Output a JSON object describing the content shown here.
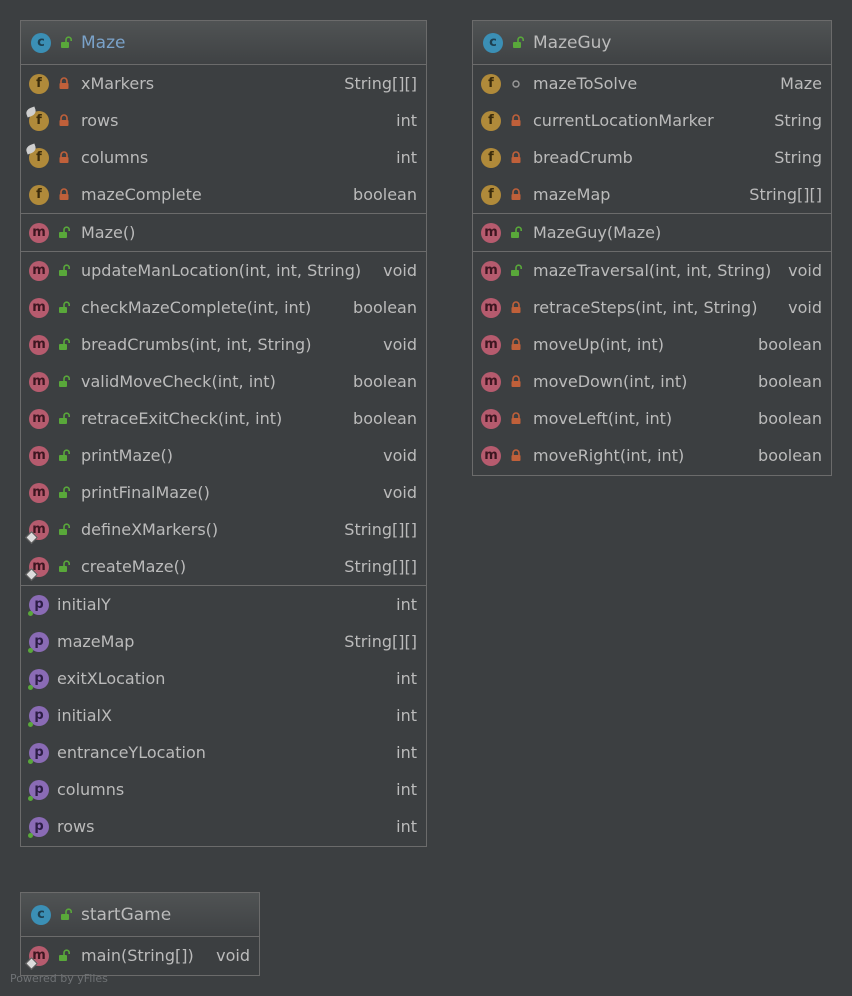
{
  "diagram": {
    "footer": "Powered by yFiles",
    "classes": [
      {
        "id": "maze",
        "name": "Maze",
        "selected": true,
        "sections": [
          {
            "kind": "fields",
            "rows": [
              {
                "badge": "f",
                "overlay": "none",
                "visibility": "private",
                "name": "xMarkers",
                "type": "String[][]"
              },
              {
                "badge": "f",
                "overlay": "leaf",
                "visibility": "private",
                "name": "rows",
                "type": "int"
              },
              {
                "badge": "f",
                "overlay": "leaf",
                "visibility": "private",
                "name": "columns",
                "type": "int"
              },
              {
                "badge": "f",
                "overlay": "none",
                "visibility": "private",
                "name": "mazeComplete",
                "type": "boolean"
              }
            ]
          },
          {
            "kind": "constructors",
            "rows": [
              {
                "badge": "m",
                "overlay": "none",
                "visibility": "public",
                "name": "Maze()",
                "type": ""
              }
            ]
          },
          {
            "kind": "methods",
            "rows": [
              {
                "badge": "m",
                "overlay": "none",
                "visibility": "public",
                "name": "updateManLocation(int, int, String)",
                "type": "void"
              },
              {
                "badge": "m",
                "overlay": "none",
                "visibility": "public",
                "name": "checkMazeComplete(int, int)",
                "type": "boolean"
              },
              {
                "badge": "m",
                "overlay": "none",
                "visibility": "public",
                "name": "breadCrumbs(int, int, String)",
                "type": "void"
              },
              {
                "badge": "m",
                "overlay": "none",
                "visibility": "public",
                "name": "validMoveCheck(int, int)",
                "type": "boolean"
              },
              {
                "badge": "m",
                "overlay": "none",
                "visibility": "public",
                "name": "retraceExitCheck(int, int)",
                "type": "boolean"
              },
              {
                "badge": "m",
                "overlay": "none",
                "visibility": "public",
                "name": "printMaze()",
                "type": "void"
              },
              {
                "badge": "m",
                "overlay": "none",
                "visibility": "public",
                "name": "printFinalMaze()",
                "type": "void"
              },
              {
                "badge": "m",
                "overlay": "diamond",
                "visibility": "public",
                "name": "defineXMarkers()",
                "type": "String[][]"
              },
              {
                "badge": "m",
                "overlay": "diamond",
                "visibility": "public",
                "name": "createMaze()",
                "type": "String[][]"
              }
            ]
          },
          {
            "kind": "properties",
            "rows": [
              {
                "badge": "p",
                "overlay": "dot",
                "visibility": "none",
                "name": "initialY",
                "type": "int"
              },
              {
                "badge": "p",
                "overlay": "dot",
                "visibility": "none",
                "name": "mazeMap",
                "type": "String[][]"
              },
              {
                "badge": "p",
                "overlay": "dot",
                "visibility": "none",
                "name": "exitXLocation",
                "type": "int"
              },
              {
                "badge": "p",
                "overlay": "dot",
                "visibility": "none",
                "name": "initialX",
                "type": "int"
              },
              {
                "badge": "p",
                "overlay": "dot",
                "visibility": "none",
                "name": "entranceYLocation",
                "type": "int"
              },
              {
                "badge": "p",
                "overlay": "dot",
                "visibility": "none",
                "name": "columns",
                "type": "int"
              },
              {
                "badge": "p",
                "overlay": "dot",
                "visibility": "none",
                "name": "rows",
                "type": "int"
              }
            ]
          }
        ]
      },
      {
        "id": "mazeguy",
        "name": "MazeGuy",
        "selected": false,
        "sections": [
          {
            "kind": "fields",
            "rows": [
              {
                "badge": "f",
                "overlay": "none",
                "visibility": "package",
                "name": "mazeToSolve",
                "type": "Maze"
              },
              {
                "badge": "f",
                "overlay": "none",
                "visibility": "private",
                "name": "currentLocationMarker",
                "type": "String"
              },
              {
                "badge": "f",
                "overlay": "none",
                "visibility": "private",
                "name": "breadCrumb",
                "type": "String"
              },
              {
                "badge": "f",
                "overlay": "none",
                "visibility": "private",
                "name": "mazeMap",
                "type": "String[][]"
              }
            ]
          },
          {
            "kind": "constructors",
            "rows": [
              {
                "badge": "m",
                "overlay": "none",
                "visibility": "public",
                "name": "MazeGuy(Maze)",
                "type": ""
              }
            ]
          },
          {
            "kind": "methods",
            "rows": [
              {
                "badge": "m",
                "overlay": "none",
                "visibility": "public",
                "name": "mazeTraversal(int, int, String)",
                "type": "void"
              },
              {
                "badge": "m",
                "overlay": "none",
                "visibility": "private",
                "name": "retraceSteps(int, int, String)",
                "type": "void"
              },
              {
                "badge": "m",
                "overlay": "none",
                "visibility": "private",
                "name": "moveUp(int, int)",
                "type": "boolean"
              },
              {
                "badge": "m",
                "overlay": "none",
                "visibility": "private",
                "name": "moveDown(int, int)",
                "type": "boolean"
              },
              {
                "badge": "m",
                "overlay": "none",
                "visibility": "private",
                "name": "moveLeft(int, int)",
                "type": "boolean"
              },
              {
                "badge": "m",
                "overlay": "none",
                "visibility": "private",
                "name": "moveRight(int, int)",
                "type": "boolean"
              }
            ]
          }
        ]
      },
      {
        "id": "startgame",
        "name": "startGame",
        "selected": false,
        "sections": [
          {
            "kind": "methods",
            "rows": [
              {
                "badge": "m",
                "overlay": "diamond",
                "visibility": "public",
                "name": "main(String[])",
                "type": "void"
              }
            ]
          }
        ]
      }
    ]
  }
}
